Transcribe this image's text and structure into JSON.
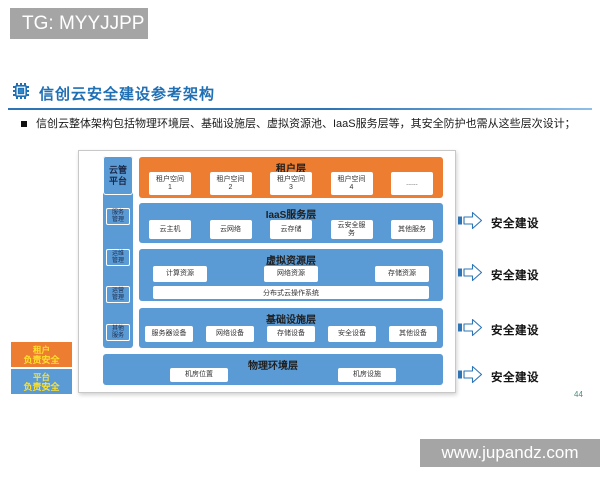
{
  "colors": {
    "orange": "#ED7D31",
    "blue": "#5B9BD5",
    "title_blue": "#1F6FB5",
    "badge_gray": "#A5A5A5",
    "badge_text_yellow": "#FFE02A",
    "arrow_outline_blue": "#2E75B6"
  },
  "top_watermark": {
    "text": "TG: MYYJJPP"
  },
  "header": {
    "title": "信创云安全建设参考架构",
    "icon": "chip-icon"
  },
  "bullet": {
    "text": "信创云整体架构包括物理环境层、基础设施层、虚拟资源池、IaaS服务层等，其安全防护也需从这些层次设计；"
  },
  "diagram": {
    "platform": {
      "label": "云管平台",
      "items": [
        {
          "l1": "服务",
          "l2": "管理"
        },
        {
          "l1": "运维",
          "l2": "管理"
        },
        {
          "l1": "运营",
          "l2": "管理"
        },
        {
          "l1": "其他",
          "l2": "服务"
        }
      ]
    },
    "tenant_layer": {
      "title": "租户层",
      "spaces": [
        {
          "l1": "租户空间",
          "l2": "1"
        },
        {
          "l1": "租户空间",
          "l2": "2"
        },
        {
          "l1": "租户空间",
          "l2": "3"
        },
        {
          "l1": "租户空间",
          "l2": "4"
        },
        {
          "l1": "......",
          "l2": ""
        }
      ]
    },
    "iaas_layer": {
      "title": "IaaS服务层",
      "boxes": [
        "云主机",
        "云网络",
        "云存储",
        "云安全服务",
        "其他服务"
      ]
    },
    "virtual_layer": {
      "title": "虚拟资源层",
      "boxes": [
        "计算资源",
        "网络资源",
        "存储资源"
      ],
      "os_box": "分布式云操作系统"
    },
    "infra_layer": {
      "title": "基础设施层",
      "boxes": [
        "服务器设备",
        "网络设备",
        "存储设备",
        "安全设备",
        "其他设备"
      ]
    },
    "physical_layer": {
      "title": "物理环境层",
      "boxes": [
        "机房位置",
        "机房设施"
      ]
    },
    "security_label": "安全建设"
  },
  "responsibility": [
    {
      "l1": "租户",
      "l2": "负责安全"
    },
    {
      "l1": "平台",
      "l2": "负责安全"
    }
  ],
  "page_number": "44",
  "bottom_watermark": {
    "text": "www.jupandz.com"
  }
}
